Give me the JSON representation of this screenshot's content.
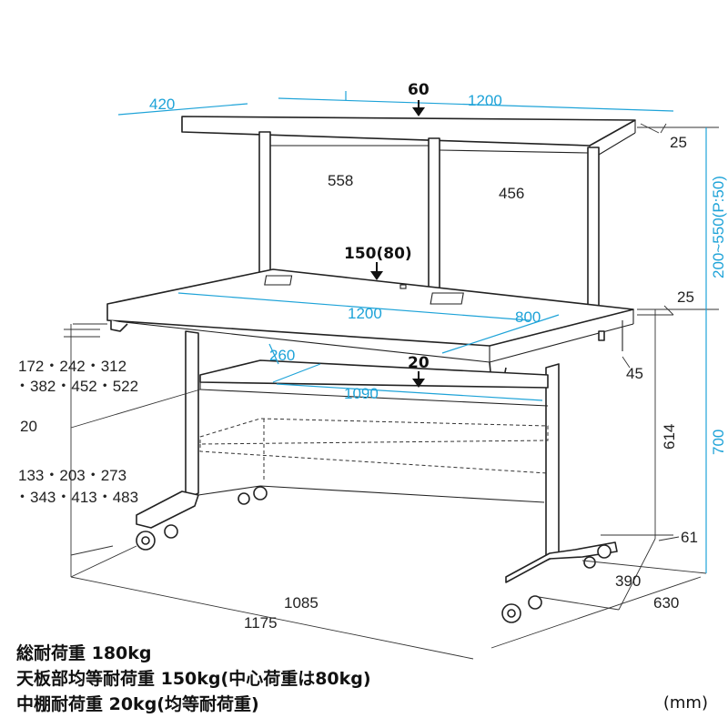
{
  "dimensions": {
    "top_shelf_depth": "420",
    "top_shelf_width": "1200",
    "top_shelf_thickness": "25",
    "shelf_height_range": "200~550(P:50)",
    "upper_left_span": "558",
    "upper_right_span": "456",
    "desk_width": "1200",
    "desk_depth": "800",
    "desk_thickness": "25",
    "frame_height": "45",
    "knee_height": "614",
    "total_height": "700",
    "mid_shelf_depth": "260",
    "mid_shelf_width": "1090",
    "mid_shelf_heights_upper_1": "172・242・312",
    "mid_shelf_heights_upper_2": "・382・452・522",
    "mid_shelf_thickness": "20",
    "mid_shelf_heights_lower_1": "133・203・273",
    "mid_shelf_heights_lower_2": "・343・413・483",
    "caster_height": "61",
    "inner_leg_width": "1085",
    "outer_width": "1175",
    "base_depth_inner": "390",
    "base_depth_outer": "630"
  },
  "loads": {
    "top_shelf": "60",
    "desk_top": "150(80)",
    "mid_shelf": "20"
  },
  "notes": [
    "総耐荷重 180kg",
    "天板部均等耐荷重 150kg(中心荷重は80kg)",
    "中棚耐荷重 20kg(均等耐荷重)"
  ],
  "unit": "(mm)",
  "colors": {
    "dimension_line": "#1ea3d8",
    "outline": "#222222"
  }
}
